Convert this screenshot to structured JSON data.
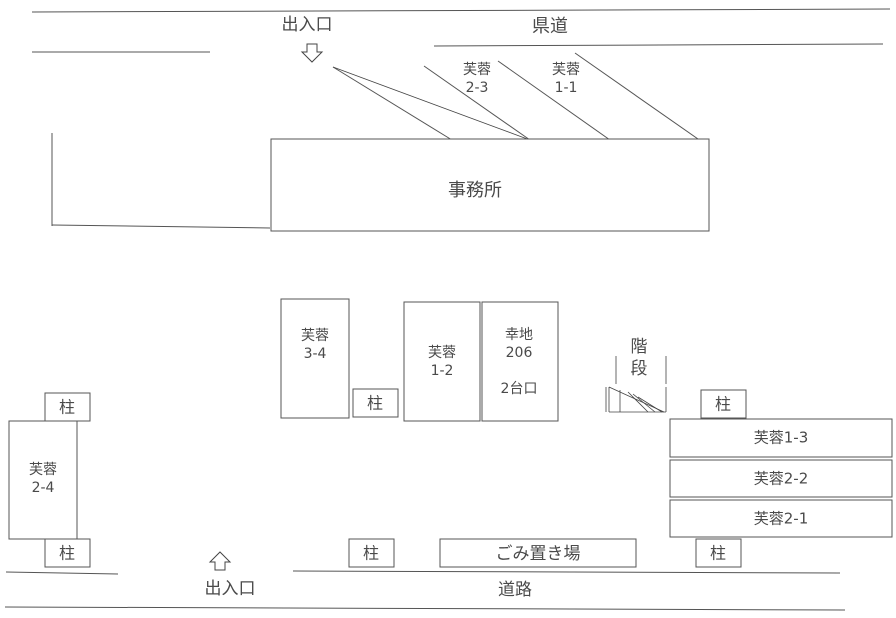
{
  "entrance_top": "出入口",
  "entrance_bottom": "出入口",
  "prefectural_road": "県道",
  "road": "道路",
  "office": "事務所",
  "top_parking": [
    {
      "line1": "芙蓉",
      "line2": "2-3"
    },
    {
      "line1": "芙蓉",
      "line2": "1-1"
    }
  ],
  "fuyo_3_4": {
    "line1": "芙蓉",
    "line2": "3-4"
  },
  "fuyo_1_2": {
    "line1": "芙蓉",
    "line2": "1-2"
  },
  "kochi_206": {
    "line1": "幸地",
    "line2": "206",
    "line3": "2台口"
  },
  "stairs": {
    "line1": "階",
    "line2": "段"
  },
  "fuyo_2_4": {
    "line1": "芙蓉",
    "line2": "2-4"
  },
  "right_stack": [
    "芙蓉1-3",
    "芙蓉2-2",
    "芙蓉2-1"
  ],
  "pillar": "柱",
  "garbage": "ごみ置き場"
}
